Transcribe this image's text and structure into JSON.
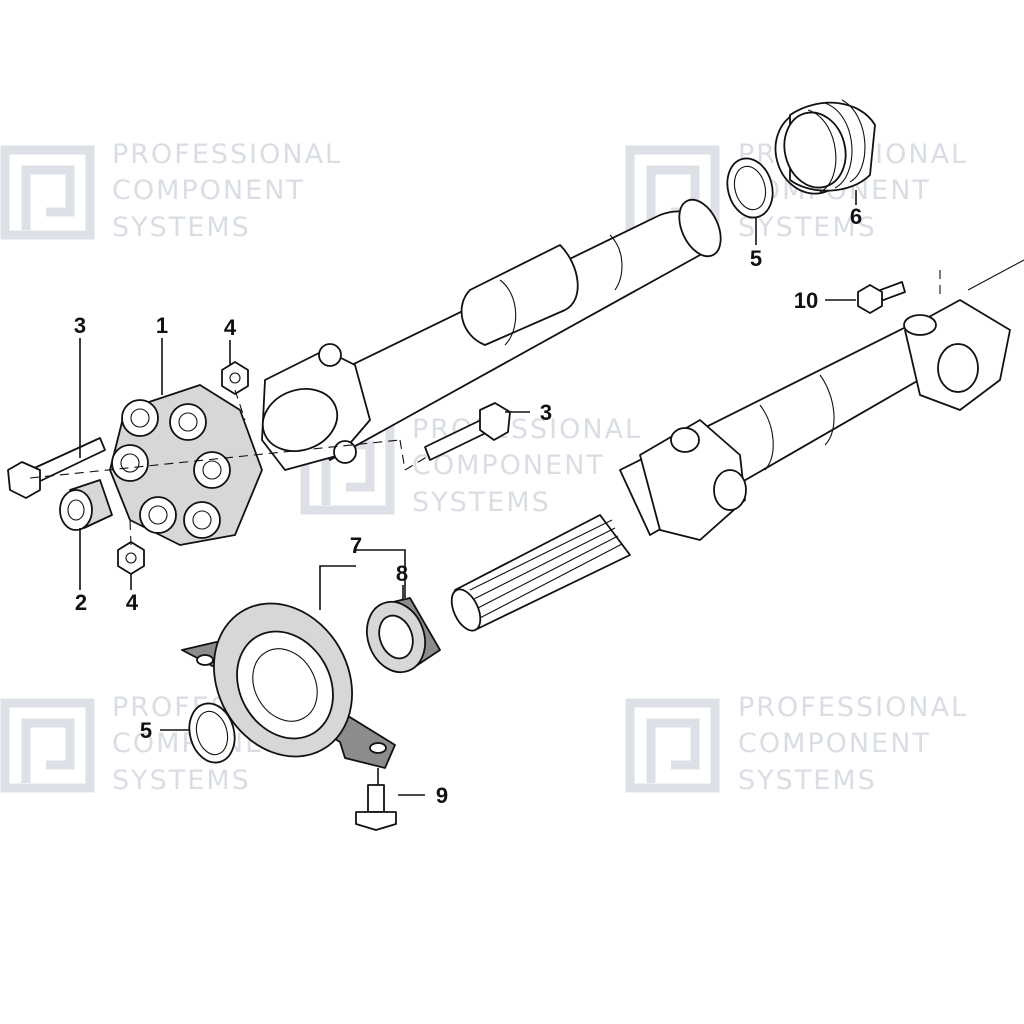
{
  "watermark": {
    "line1": "PROFESSIONAL",
    "line2": "COMPONENT",
    "line3": "SYSTEMS",
    "color": "#d9dde4"
  },
  "callouts": {
    "c1": "1",
    "c2": "2",
    "c3_left": "3",
    "c3_right": "3",
    "c4_top": "4",
    "c4_bottom": "4",
    "c5_top": "5",
    "c5_bottom": "5",
    "c6": "6",
    "c7": "7",
    "c8": "8",
    "c9": "9",
    "c10": "10"
  }
}
